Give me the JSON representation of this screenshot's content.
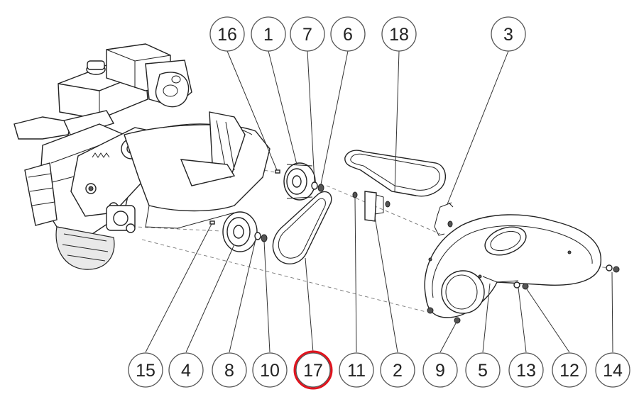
{
  "diagram": {
    "highlight_color": "#e0141e",
    "callouts_top": [
      {
        "id": "c16",
        "label": "16",
        "highlight": false
      },
      {
        "id": "c1",
        "label": "1",
        "highlight": false
      },
      {
        "id": "c7",
        "label": "7",
        "highlight": false
      },
      {
        "id": "c6",
        "label": "6",
        "highlight": false
      },
      {
        "id": "c18",
        "label": "18",
        "highlight": false
      },
      {
        "id": "c3",
        "label": "3",
        "highlight": false
      }
    ],
    "callouts_bottom": [
      {
        "id": "c15",
        "label": "15",
        "highlight": false
      },
      {
        "id": "c4",
        "label": "4",
        "highlight": false
      },
      {
        "id": "c8",
        "label": "8",
        "highlight": false
      },
      {
        "id": "c10",
        "label": "10",
        "highlight": false
      },
      {
        "id": "c17",
        "label": "17",
        "highlight": true
      },
      {
        "id": "c11",
        "label": "11",
        "highlight": false
      },
      {
        "id": "c2",
        "label": "2",
        "highlight": false
      },
      {
        "id": "c9",
        "label": "9",
        "highlight": false
      },
      {
        "id": "c5",
        "label": "5",
        "highlight": false
      },
      {
        "id": "c13",
        "label": "13",
        "highlight": false
      },
      {
        "id": "c12",
        "label": "12",
        "highlight": false
      },
      {
        "id": "c14",
        "label": "14",
        "highlight": false
      }
    ]
  }
}
